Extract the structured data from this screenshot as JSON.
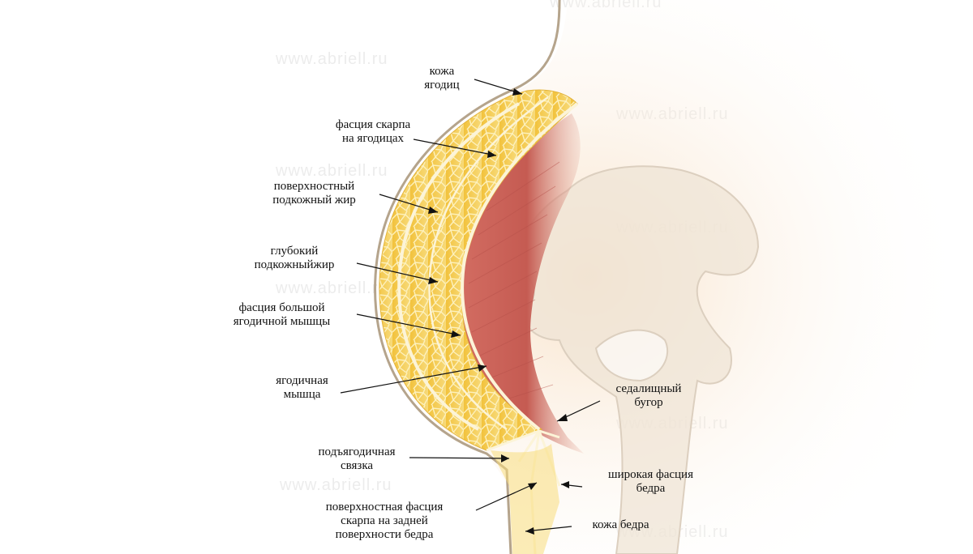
{
  "watermark": "www.abriell.ru",
  "labels": [
    {
      "id": "skin-buttocks",
      "lines": [
        "кожа",
        "ягодиц"
      ]
    },
    {
      "id": "scarpa-fascia-buttocks",
      "lines": [
        "фасция скарпа",
        "на ягодицах"
      ]
    },
    {
      "id": "superficial-subcutaneous-fat",
      "lines": [
        "поверхностный",
        "подкожный жир"
      ]
    },
    {
      "id": "deep-subcutaneous-fat",
      "lines": [
        "глубокий",
        "подкожныйжир"
      ]
    },
    {
      "id": "gluteus-maximus-fascia",
      "lines": [
        "фасция большой",
        "ягодичной мышцы"
      ]
    },
    {
      "id": "gluteal-muscle",
      "lines": [
        "ягодичная",
        "мышца"
      ]
    },
    {
      "id": "ischial-tuberosity",
      "lines": [
        "седалищный",
        "бугор"
      ]
    },
    {
      "id": "subgluteal-ligament",
      "lines": [
        "подъягодичная",
        "связка"
      ]
    },
    {
      "id": "fascia-lata",
      "lines": [
        "широкая фасция",
        "бедра"
      ]
    },
    {
      "id": "superficial-scarpa-fascia-thigh",
      "lines": [
        "поверхностная фасция",
        "скарпа на задней",
        "поверхности бедра"
      ]
    },
    {
      "id": "thigh-skin",
      "lines": [
        "кожа бедра"
      ]
    }
  ],
  "colors": {
    "skin_outline": "#b5a48c",
    "fat": "#f2c744",
    "fat_light": "#f9e08a",
    "fascia": "#fbf3d2",
    "muscle": "#c8645c",
    "bone": "#efe4d6"
  }
}
